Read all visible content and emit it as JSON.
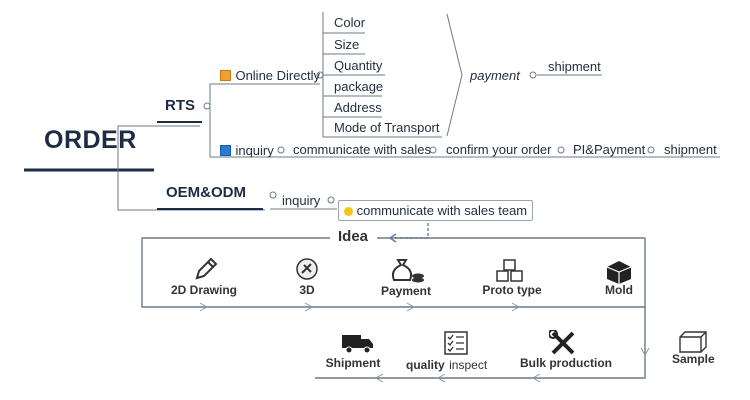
{
  "root": {
    "label": "ORDER"
  },
  "rts": {
    "label": "RTS",
    "online": {
      "label": "Online Directly",
      "options": [
        "Color",
        "Size",
        "Quantity",
        "package",
        "Address",
        "Mode of Transport"
      ],
      "payment": "payment",
      "shipment": "shipment"
    },
    "inquiry_chain": [
      "inquiry",
      "communicate with sales",
      "confirm your order",
      "PI&Payment",
      "shipment"
    ]
  },
  "oem": {
    "label": "OEM&ODM",
    "inquiry": "inquiry",
    "communicate": "communicate with sales team",
    "idea": "Idea"
  },
  "flow_top": [
    {
      "label": "2D Drawing",
      "icon": "pencil-icon"
    },
    {
      "label": "3D",
      "icon": "3d-icon"
    },
    {
      "label": "Payment",
      "icon": "money-bag-icon"
    },
    {
      "label": "Proto type",
      "icon": "cubes-icon"
    },
    {
      "label": "Mold",
      "icon": "mold-cube-icon"
    }
  ],
  "flow_bottom": {
    "shipment": "Shipment",
    "quality_a": "quality",
    "quality_b": "inspect",
    "bulk": "Bulk production",
    "sample": "Sample"
  },
  "colors": {
    "root_bar": "#1c2c45",
    "line": "#6c7a89",
    "accent_orange": "#f0a030",
    "accent_blue": "#2b7bd6"
  }
}
